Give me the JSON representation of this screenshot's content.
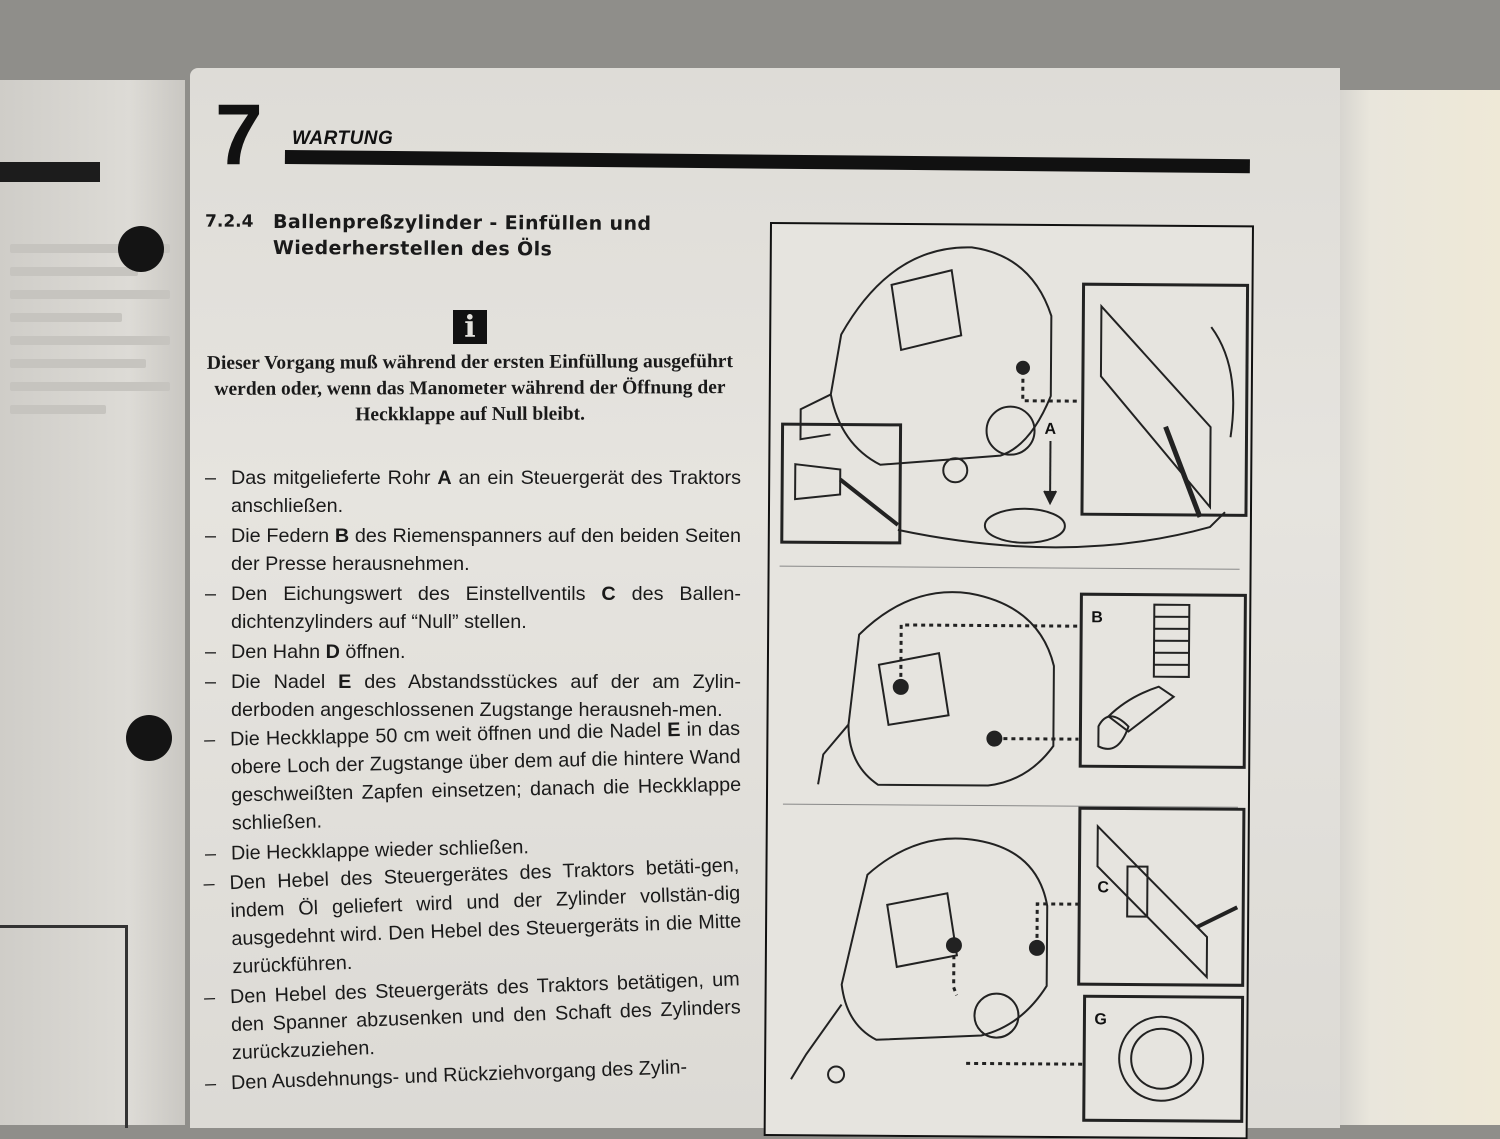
{
  "header": {
    "chapter_number": "7",
    "chapter_title": "WARTUNG"
  },
  "section": {
    "number": "7.2.4",
    "title": "Ballenpreßzylinder - Einfüllen und Wiederherstellen des Öls"
  },
  "info": {
    "icon": "info-icon",
    "glyph": "i",
    "text": "Dieser Vorgang muß während der ersten Einfüllung ausgeführt werden oder, wenn das Manometer während der Öffnung der Heckklappe auf Null bleibt."
  },
  "steps": [
    {
      "dash": "–",
      "pre": "Das mitgelieferte Rohr ",
      "key": "A",
      "post": " an ein Steuergerät des Traktors anschließen."
    },
    {
      "dash": "–",
      "pre": "Die Federn ",
      "key": "B",
      "post": " des Riemenspanners auf den beiden Seiten der Presse herausnehmen."
    },
    {
      "dash": "–",
      "pre": "Den Eichungswert des Einstellventils ",
      "key": "C",
      "post": " des Ballen-dichtenzylinders auf “Null” stellen."
    },
    {
      "dash": "–",
      "pre": "Den Hahn ",
      "key": "D",
      "post": " öffnen."
    },
    {
      "dash": "–",
      "pre": "Die Nadel ",
      "key": "E",
      "post": " des Abstandsstückes auf der am Zylin-derboden angeschlossenen Zugstange herausneh-men."
    },
    {
      "dash": "–",
      "pre": "Die Heckklappe 50 cm weit öffnen und die Nadel ",
      "key": "E",
      "post": " in das obere Loch der Zugstange über dem auf die hintere Wand geschweißten Zapfen einsetzen; danach die Heckklappe schließen."
    },
    {
      "dash": "–",
      "pre": "Die Heckklappe wieder schließen.",
      "key": "",
      "post": ""
    },
    {
      "dash": "–",
      "pre": "Den Hebel des Steuergerätes des Traktors betäti-gen, indem Öl geliefert wird und der Zylinder vollstän-dig ausgedehnt wird. Den Hebel des Steuergeräts in die Mitte zurückführen.",
      "key": "",
      "post": ""
    },
    {
      "dash": "–",
      "pre": "Den Hebel des Steuergeräts des Traktors betätigen, um den Spanner abzusenken und den Schaft des Zylinders zurückzuziehen.",
      "key": "",
      "post": ""
    },
    {
      "dash": "–",
      "pre": "Den Ausdehnungs- und Rückziehvorgang des Zylin-",
      "key": "",
      "post": ""
    }
  ],
  "figure_labels": {
    "a": "A",
    "b": "B",
    "c": "C",
    "g": "G"
  }
}
